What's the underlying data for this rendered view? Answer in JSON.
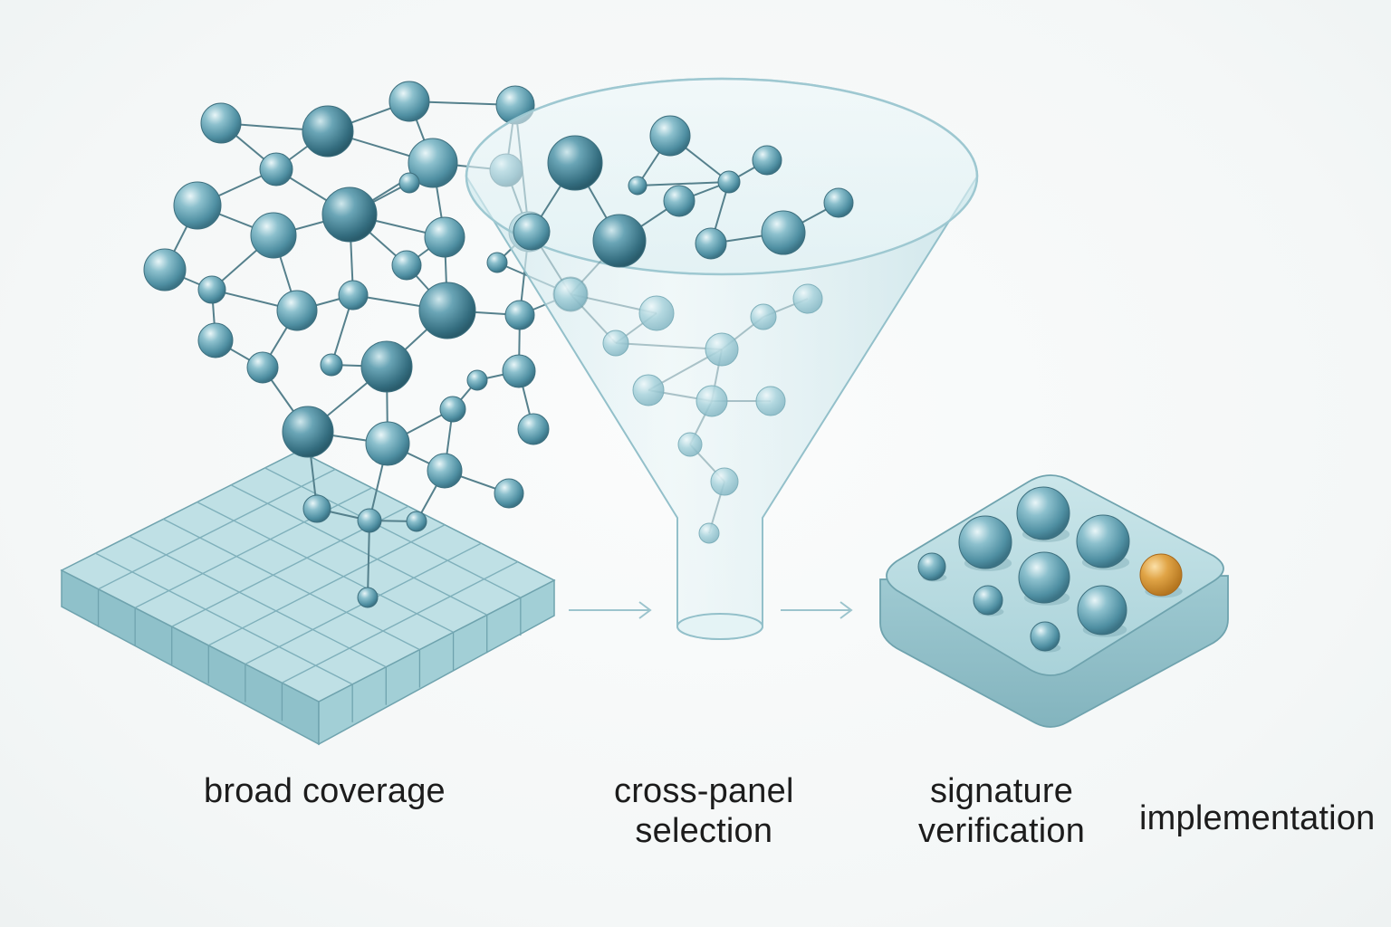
{
  "stages": [
    {
      "id": "broad",
      "lines": [
        "broad coverage"
      ]
    },
    {
      "id": "cross",
      "lines": [
        "cross-panel",
        "selection"
      ]
    },
    {
      "id": "signature",
      "lines": [
        "signature",
        "verification"
      ]
    },
    {
      "id": "implementation",
      "lines": [
        "implementation"
      ]
    }
  ],
  "colors": {
    "node": "#6fa7b7",
    "node_dark": "#3f7f92",
    "edge": "#55808c",
    "tile": "#b6dbe0",
    "funnel": "#cfe9ee",
    "highlight_node": "#d9932f"
  }
}
